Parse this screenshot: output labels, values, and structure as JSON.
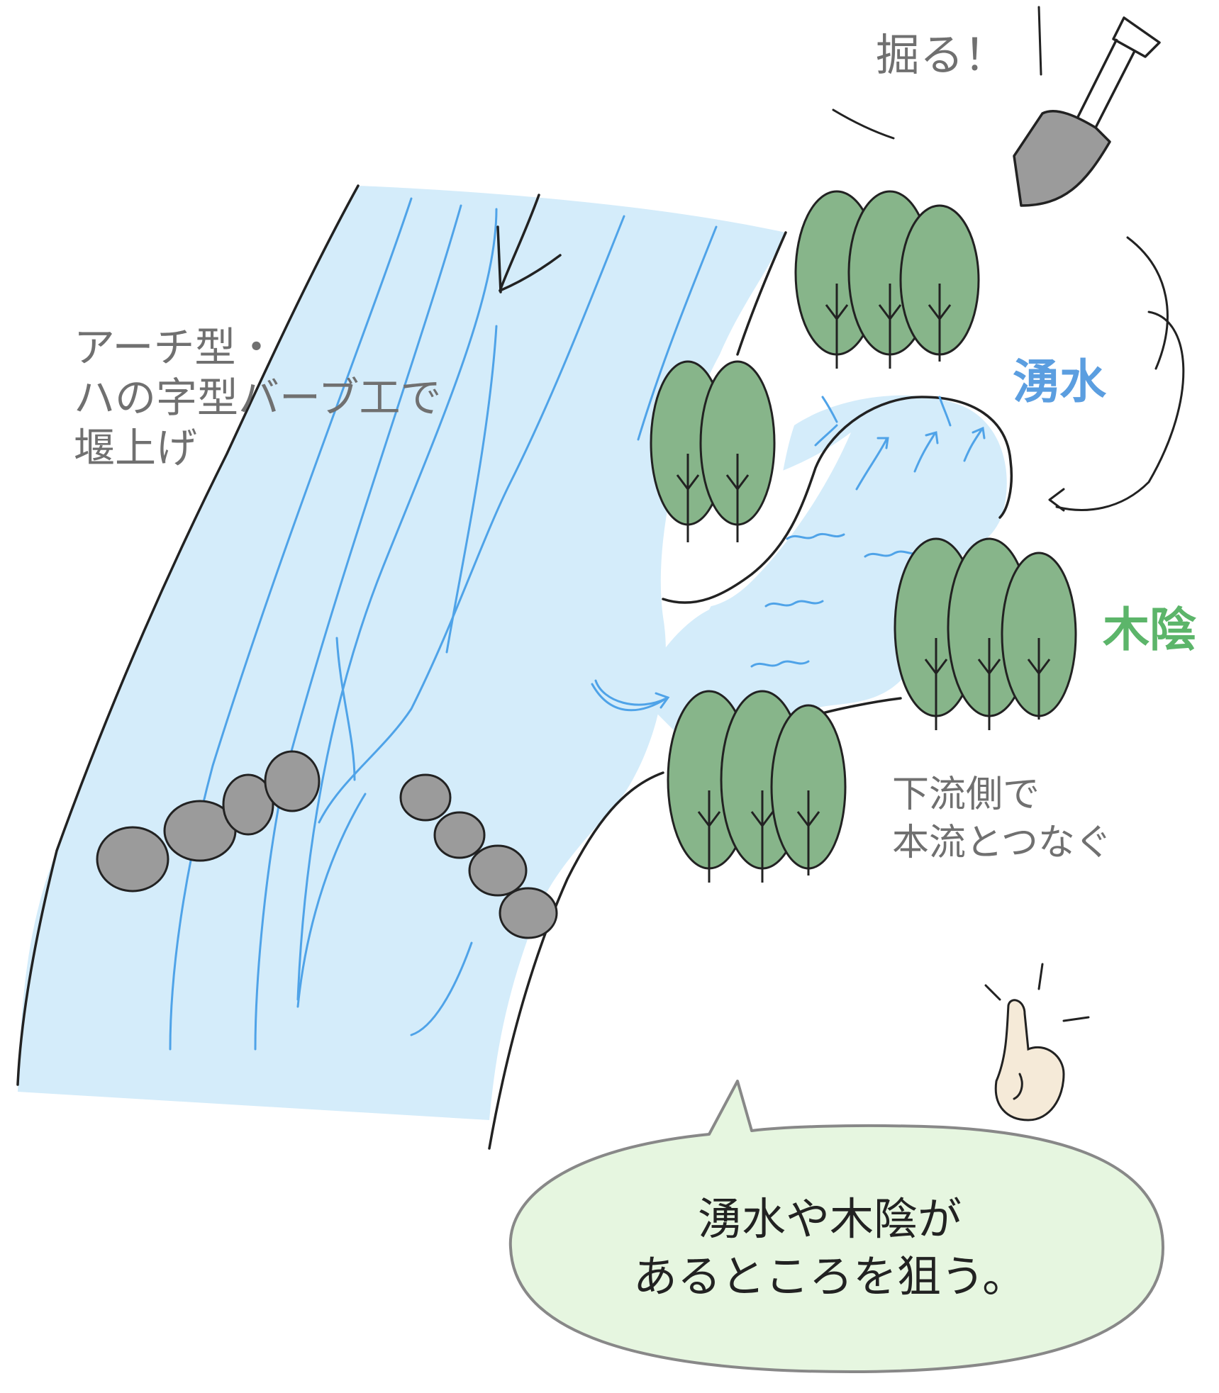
{
  "labels": {
    "dig": "掘る！",
    "weir": [
      "アーチ型・",
      "ハの字型バーブ工で",
      "堰上げ"
    ],
    "spring": "湧水",
    "shade": "木陰",
    "downstream": [
      "下流側で",
      "本流とつなぐ"
    ],
    "bubble": [
      "湧水や木陰が",
      "あるところを狙う。"
    ]
  },
  "colors": {
    "water": "#d4ecfa",
    "current_line": "#4fa3e8",
    "tree": "#87b58a",
    "rock": "#9b9b9b",
    "bubble_fill": "#e6f6e0",
    "spring_text": "#5b9ee0",
    "shade_text": "#5cb56a"
  },
  "icons": [
    "shovel-icon",
    "pointing-hand-icon",
    "arrow-icon",
    "tree-icon",
    "rock-icon"
  ]
}
